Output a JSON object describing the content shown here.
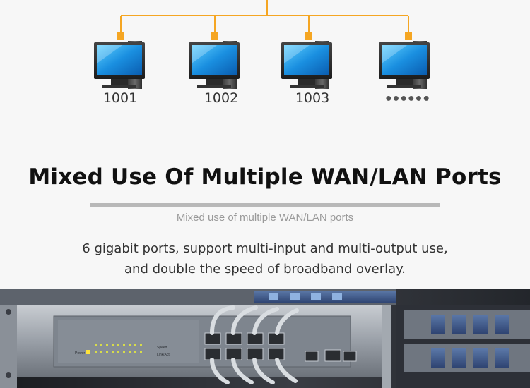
{
  "network": {
    "nodes": [
      {
        "label": "1001"
      },
      {
        "label": "1002"
      },
      {
        "label": "1003"
      }
    ],
    "more_indicator": "●●●●●●",
    "line_color": "#f5a623"
  },
  "feature": {
    "title": "Mixed Use Of Multiple WAN/LAN Ports",
    "subtitle": "Mixed use of multiple WAN/LAN ports",
    "description_line1": "6 gigabit ports, support multi-input and multi-output use,",
    "description_line2": "and double the speed of broadband overlay."
  },
  "photo": {
    "panel_labels": [
      "Power",
      "Speed",
      "Link/Act"
    ]
  }
}
